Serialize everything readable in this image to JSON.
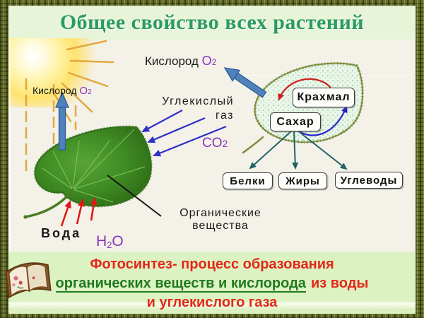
{
  "title": "Общее свойство всех растений",
  "diagram": {
    "oxygen_top": {
      "word": "Кислород",
      "formula": "О",
      "sub": "2"
    },
    "oxygen_left": {
      "word": "Кислород",
      "formula": "О",
      "sub": "2"
    },
    "carbon_dioxide_line1": "Углекислый",
    "carbon_dioxide_line2": "газ",
    "co2_base": "CO",
    "co2_sub": "2",
    "water": "Вода",
    "h2o_pre": "H",
    "h2o_sub": "2",
    "h2o_post": "O",
    "organic_line1": "Органические",
    "organic_line2": "вещества",
    "nodes": {
      "starch": "Крахмал",
      "sugar": "Сахар",
      "proteins": "Белки",
      "fats": "Жиры",
      "carbohydrates": "Углеводы"
    }
  },
  "caption": {
    "line1": "Фотосинтез- процесс образования",
    "line2_green": "органических веществ и кислорода",
    "line2_red": "из воды",
    "line3": "и углекислого газа"
  },
  "icons": {
    "sun": "sun-icon",
    "book": "open-book-icon"
  },
  "colors": {
    "title_green": "#2b9b63",
    "caption_red": "#e52718",
    "caption_green": "#1f7a1f",
    "formula_purple": "#8a33bb",
    "co2_arrow_blue": "#2e2ec8",
    "oxygen_arrow_steelblue": "#4f81bd",
    "water_arrow_red": "#e01818",
    "distribution_arrow_teal": "#1f6363",
    "cycle_arrow_red": "#cc2020",
    "cycle_arrow_blue": "#2222cc",
    "frame_olive": "#66702c",
    "slide_bg": "#f3f1e8",
    "title_bg": "#e8f4d8",
    "caption_bg": "#ddf2c2",
    "big_leaf_green": "#3f8c24",
    "small_leaf_fill": "#eaf6e8"
  }
}
